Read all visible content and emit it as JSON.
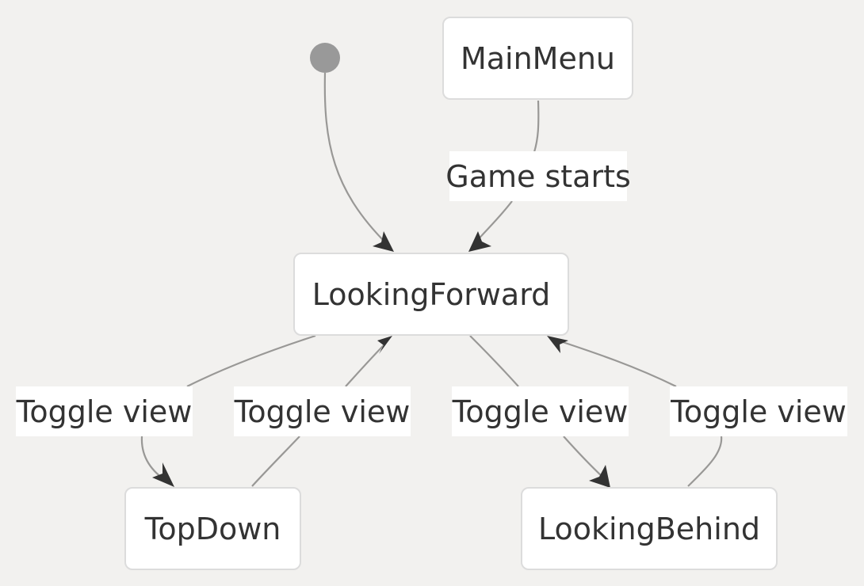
{
  "states": {
    "main_menu": "MainMenu",
    "looking_forward": "LookingForward",
    "top_down": "TopDown",
    "looking_behind": "LookingBehind"
  },
  "transitions": {
    "initial": {
      "from": "start",
      "to": "LookingForward",
      "label": ""
    },
    "game_starts": {
      "from": "MainMenu",
      "to": "LookingForward",
      "label": "Game starts"
    },
    "forward_to_topdown": {
      "from": "LookingForward",
      "to": "TopDown",
      "label": "Toggle view"
    },
    "topdown_to_forward": {
      "from": "TopDown",
      "to": "LookingForward",
      "label": "Toggle view"
    },
    "forward_to_behind": {
      "from": "LookingForward",
      "to": "LookingBehind",
      "label": "Toggle view"
    },
    "behind_to_forward": {
      "from": "LookingBehind",
      "to": "LookingForward",
      "label": "Toggle view"
    }
  },
  "colors": {
    "background": "#f2f1ef",
    "node_fill": "#ffffff",
    "node_border": "#dcdcdc",
    "edge": "#999896",
    "arrowhead": "#333333",
    "start_marker": "#999999",
    "text": "#333333"
  }
}
